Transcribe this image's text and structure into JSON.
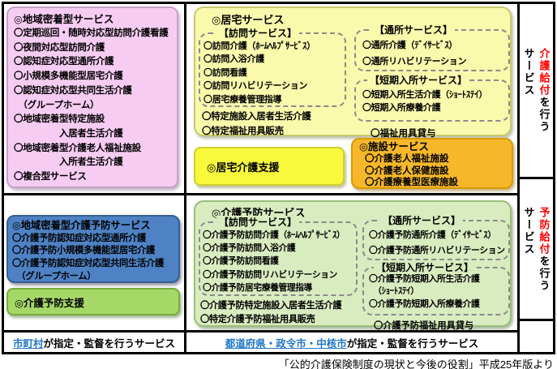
{
  "colors": {
    "pink_bg": "#F7CCF2",
    "pale_yellow_bg": "#FAFAAD",
    "bright_yellow_bg": "#F8F83C",
    "orange_bg": "#F6B82A",
    "blue_bg": "#4E82C4",
    "green_bg": "#A6D868",
    "pale_green_bg": "#D9ECC0",
    "benefit_red": "#FF0000",
    "link_blue": "#1F76C8",
    "grid_black": "#000000"
  },
  "kaigo_row": {
    "community": {
      "title": "◎地域密着型サービス",
      "items": [
        "〇定期巡回・随時対応型訪問介護看護",
        "〇夜間対応型訪問介護",
        "〇認知症対応型通所介護",
        "〇小規模多機能型居宅介護",
        "〇認知症対応型共同生活介護",
        "　（グループホーム）",
        "〇地域密着型特定施設",
        "　　　　　入居者生活介護",
        "〇地域密着型介護老人福祉施設",
        "　　　　　入所者生活介護",
        "〇複合型サービス"
      ]
    },
    "home": {
      "title": "◎居宅サービス",
      "visit_group": {
        "title": "【訪問サービス】",
        "items": [
          "〇訪問介護（ﾎｰﾑﾍﾙﾌﾟｻｰﾋﾞｽ）",
          "〇訪問入浴介護",
          "〇訪問看護",
          "〇訪問リハビリテーション",
          "〇居宅療養管理指導"
        ]
      },
      "extra_items": [
        "〇特定施設入居者生活介護",
        "〇特定福祉用具販売"
      ],
      "day_group": {
        "title": "【通所サービス】",
        "items": [
          "〇通所介護（ﾃﾞｲｻｰﾋﾞｽ）",
          "〇通所リハビリテーション"
        ]
      },
      "short_group": {
        "title": "【短期入所サービス】",
        "items": [
          "〇短期入所生活介護（ｼｮｰﾄｽﾃｲ）",
          "〇短期入所療養介護"
        ]
      },
      "rental_item": "〇福祉用具貸与"
    },
    "home_care_support": {
      "title": "◎居宅介護支援"
    },
    "facility": {
      "title": "◎施設サービス",
      "items": [
        "〇介護老人福祉施設",
        "〇介護老人保健施設",
        "〇介護療養型医療施設"
      ]
    },
    "side_label": {
      "benefit": "介護給付",
      "suffix": "を行う",
      "line2": "サービス"
    }
  },
  "yobo_row": {
    "community_prevention": {
      "title": "◎地域密着型介護予防サービス",
      "items": [
        "〇介護予防認知症対応型通所介護",
        "〇介護予防小規模多機能型居宅介護",
        "〇介護予防認知症対応型共同生活介護",
        "　（グループホーム）"
      ]
    },
    "prevention_support": {
      "title": "◎介護予防支援"
    },
    "prevention": {
      "title": "◎介護予防サービス",
      "visit_group": {
        "title": "【訪問サービス】",
        "items": [
          "〇介護予防訪問介護（ﾎｰﾑﾍﾙﾌﾟｻｰﾋﾞｽ）",
          "〇介護予防訪問入浴介護",
          "〇介護予防訪問看護",
          "〇介護予防訪問リハビリテーション",
          "〇介護予防居宅療養管理指導"
        ]
      },
      "extra_items": [
        "〇介護予防特定施設入居者生活介護",
        "〇特定介護予防福祉用具販売"
      ],
      "day_group": {
        "title": "【通所サービス】",
        "items": [
          "〇介護予防通所介護（ﾃﾞｲｻｰﾋﾞｽ）",
          "〇介護予防通所リハビリテーション"
        ]
      },
      "short_group": {
        "title": "【短期入所サービス】",
        "items": [
          "〇介護予防短期入所生活介護",
          "　（ｼｮｰﾄｽﾃｲ）",
          "〇介護予防短期入所療養介護"
        ]
      },
      "rental_item": "〇介護予防福祉用具貸与"
    },
    "side_label": {
      "benefit": "予防給付",
      "suffix": "を行う",
      "line2": "サービス"
    }
  },
  "designation_row": {
    "municipality": {
      "link": "市町村",
      "rest": "が指定・監督を行うサービス"
    },
    "prefecture": {
      "link": "都道府県・政令市・中核市",
      "rest": "が指定・監督を行うサービス"
    }
  },
  "caption": "「公的介護保険制度の現状と今後の役割」平成25年版より"
}
